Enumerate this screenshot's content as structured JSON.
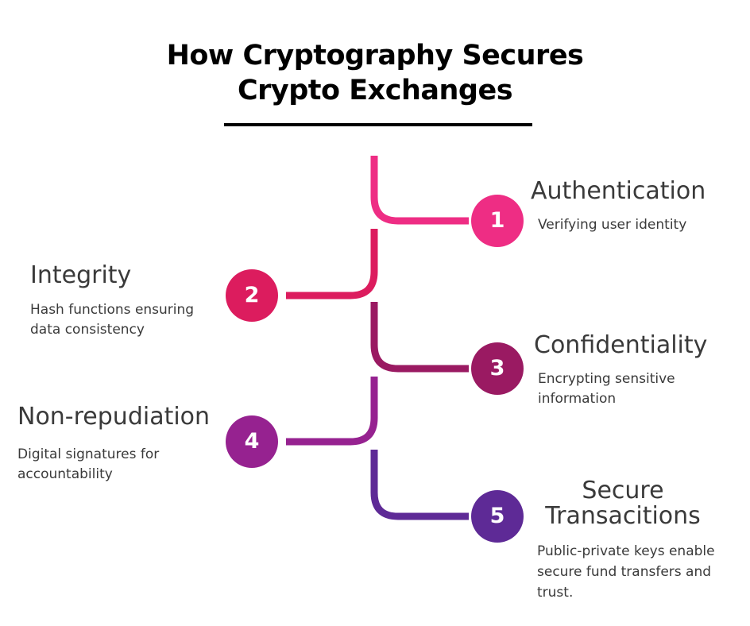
{
  "title": {
    "line1": "How Cryptography Secures",
    "line2": "Crypto Exchanges"
  },
  "steps": [
    {
      "number": "1",
      "heading": "Authentication",
      "desc_lines": [
        "Verifying user identity"
      ],
      "color": "#ee2d84"
    },
    {
      "number": "2",
      "heading": "Integrity",
      "desc_lines": [
        "Hash functions ensuring",
        "data consistency"
      ],
      "color": "#dc1c5e"
    },
    {
      "number": "3",
      "heading": "Confidentiality",
      "desc_lines": [
        "Encrypting sensitive",
        "information"
      ],
      "color": "#9a1a62"
    },
    {
      "number": "4",
      "heading": "Non-repudiation",
      "desc_lines": [
        "Digital signatures for",
        "accountability"
      ],
      "color": "#962290"
    },
    {
      "number": "5",
      "heading_lines": [
        "Secure",
        "Transacitions"
      ],
      "desc_lines": [
        "Public-private keys enable",
        "secure fund transfers and",
        "trust."
      ],
      "color": "#5e2a96"
    }
  ]
}
